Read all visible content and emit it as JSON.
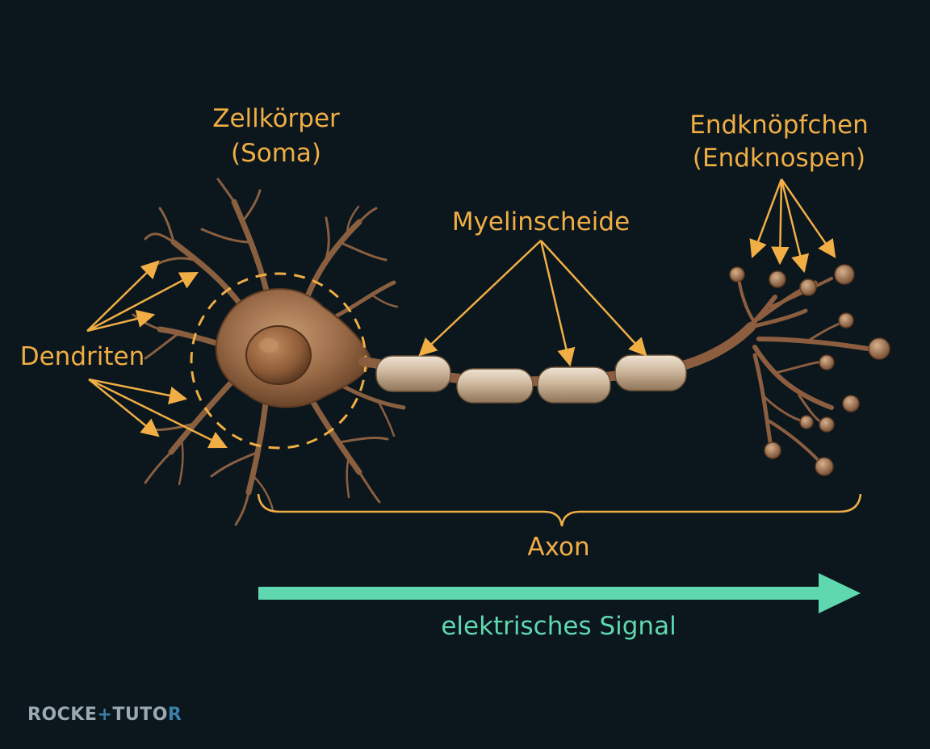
{
  "colors": {
    "background": "#0b161d",
    "label": "#f0ae45",
    "signal": "#5fd8b0",
    "logo_light": "#9aa9b3",
    "logo_accent": "#3b7fa6",
    "cell_body": "#a97a55",
    "cell_dark": "#6e4a30",
    "myelin": "#d9c7b0"
  },
  "labels": {
    "soma_line1": "Zellkörper",
    "soma_line2": "(Soma)",
    "terminals_line1": "Endknöpfchen",
    "terminals_line2": "(Endknospen)",
    "myelin": "Myelinscheide",
    "dendrites": "Dendriten",
    "axon": "Axon",
    "signal": "elektrisches Signal"
  },
  "logo": {
    "part1": "ROCKE",
    "plus": "+",
    "part2": "TUTO",
    "part3": "R"
  },
  "icons": {
    "logo_mark": "plus-icon",
    "signal_arrow": "arrow-right-icon"
  }
}
